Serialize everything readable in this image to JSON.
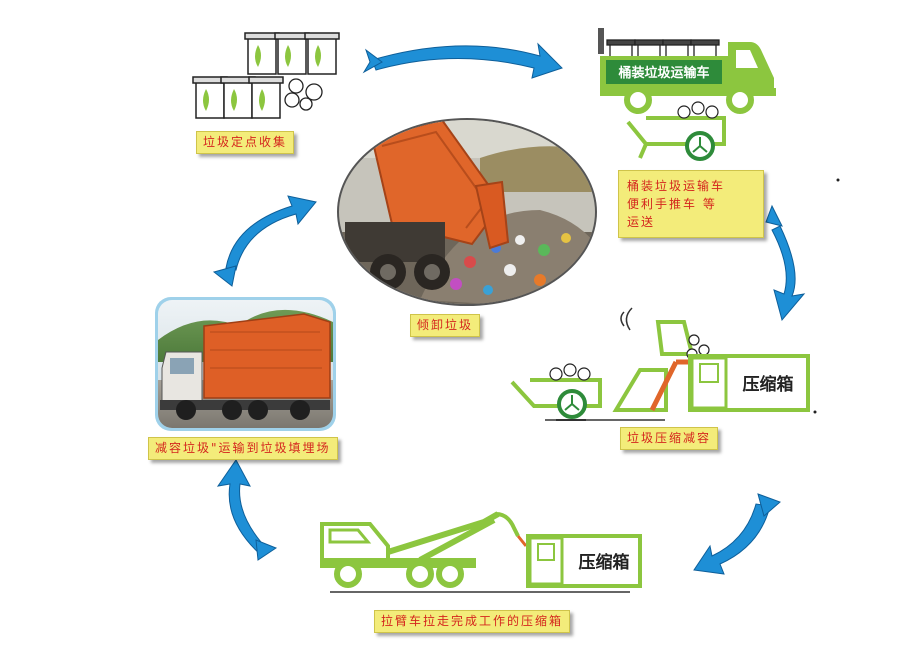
{
  "steps": {
    "collect": {
      "label": "垃圾定点收集"
    },
    "truck": {
      "label": "桶装垃圾运输车",
      "caption_lines": [
        "桶装垃圾运输车",
        "便利手推车 等",
        "运送"
      ]
    },
    "compress": {
      "label": "垃圾压缩减容",
      "box_label": "压缩箱"
    },
    "hook": {
      "label": "拉臂车拉走完成工作的压缩箱",
      "box_label": "压缩箱"
    },
    "transport": {
      "label": "减容垃圾\"运输到垃圾填埋场"
    },
    "dump": {
      "label": "倾卸垃圾"
    }
  },
  "colors": {
    "green": "#8cc63f",
    "dark_green": "#2e8b3a",
    "orange": "#e0662a",
    "arrow_blue": "#1e8fd6",
    "label_bg": "#f3ec7a",
    "label_text": "#d4261e"
  }
}
